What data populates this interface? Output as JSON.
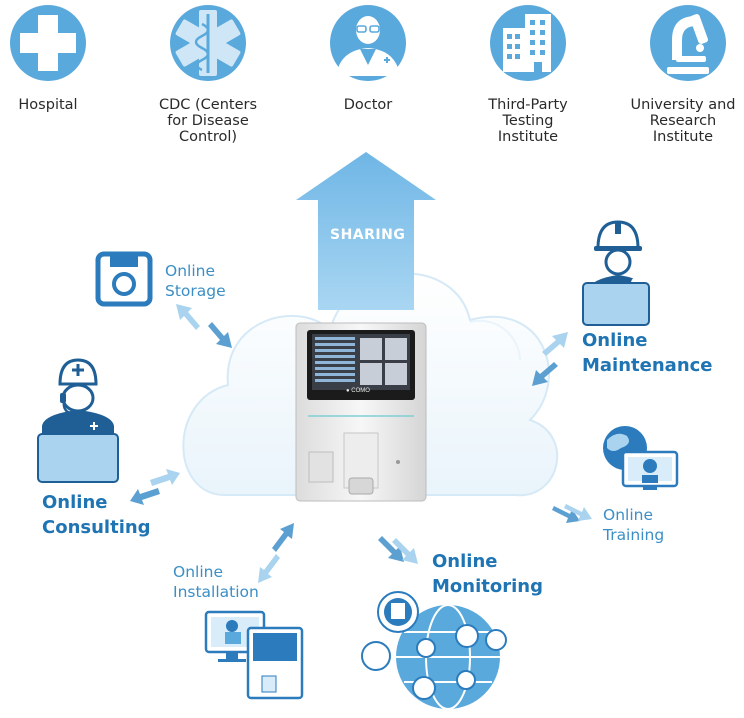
{
  "recipients": [
    {
      "id": "hospital",
      "label": "Hospital",
      "icon": "hospital-cross-icon"
    },
    {
      "id": "cdc",
      "label": "CDC (Centers for Disease Control)",
      "icon": "medical-star-icon"
    },
    {
      "id": "doctor",
      "label": "Doctor",
      "icon": "doctor-icon"
    },
    {
      "id": "testing",
      "label": "Third-Party Testing Institute",
      "icon": "building-icon"
    },
    {
      "id": "university",
      "label": "University and Research Institute",
      "icon": "microscope-icon"
    }
  ],
  "recipient_lines": {
    "hospital": [
      "Hospital"
    ],
    "cdc": [
      "CDC (Centers",
      "for Disease",
      "Control)"
    ],
    "doctor": [
      "Doctor"
    ],
    "testing": [
      "Third-Party",
      "Testing",
      "Institute"
    ],
    "university": [
      "University and",
      "Research",
      "Institute"
    ]
  },
  "sharing_label": "SHARING",
  "device_brand": "● COMO",
  "services": {
    "storage": [
      "Online",
      "Storage"
    ],
    "maintenance": [
      "Online",
      "Maintenance"
    ],
    "consulting": [
      "Online",
      "Consulting"
    ],
    "training": [
      "Online",
      "Training"
    ],
    "installation": [
      "Online",
      "Installation"
    ],
    "monitoring": [
      "Online",
      "Monitoring"
    ]
  },
  "colors": {
    "icon_circle": "#5aa9dc",
    "arrow_light": "#a9d3ee",
    "arrow_dark": "#5c9fd1",
    "service_text": "#3b8fc6",
    "service_bold": "#1f74b3",
    "navy": "#1f5f95"
  }
}
